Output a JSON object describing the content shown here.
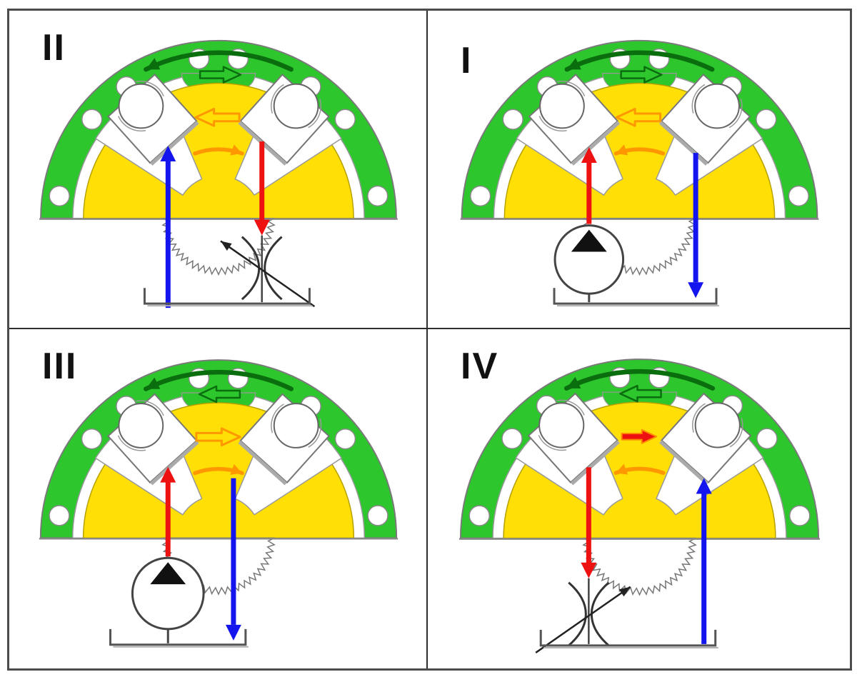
{
  "colors": {
    "ring_green": "#2dc62d",
    "ring_green_dark": "#0a6e0f",
    "rotor_yellow": "#ffdf05",
    "orange": "#ff9700",
    "flow_red": "#ee1111",
    "flow_blue": "#1414ee",
    "symbol_gray": "#444444",
    "label_black": "#111111"
  },
  "quadrants": [
    {
      "id": "II",
      "label": "II",
      "grid_position": "top-left",
      "cam_ring_arrow": "left",
      "stator_block_arrow": "right",
      "rotor_block_arrow": {
        "direction": "left",
        "style": "orange-outline"
      },
      "rotor_rotation_arrow": "cw",
      "left_flow": {
        "color": "blue",
        "direction": "up"
      },
      "right_flow": {
        "color": "red",
        "direction": "down"
      },
      "bottom_component": {
        "type": "throttle-valve",
        "under": "right-flow",
        "adjust_arrow": "up-left"
      },
      "reservoir": true
    },
    {
      "id": "I",
      "label": "I",
      "grid_position": "top-right",
      "cam_ring_arrow": "left",
      "stator_block_arrow": "right",
      "rotor_block_arrow": {
        "direction": "left",
        "style": "orange-outline"
      },
      "rotor_rotation_arrow": "ccw",
      "left_flow": {
        "color": "red",
        "direction": "up"
      },
      "right_flow": {
        "color": "blue",
        "direction": "down"
      },
      "bottom_component": {
        "type": "pump",
        "under": "left-flow"
      },
      "reservoir": true
    },
    {
      "id": "III",
      "label": "III",
      "grid_position": "bottom-left",
      "cam_ring_arrow": "left",
      "stator_block_arrow": "left",
      "rotor_block_arrow": {
        "direction": "right",
        "style": "orange-outline"
      },
      "rotor_rotation_arrow": "cw",
      "left_flow": {
        "color": "red",
        "direction": "up"
      },
      "right_flow": {
        "color": "blue",
        "direction": "down"
      },
      "bottom_component": {
        "type": "pump",
        "under": "left-flow"
      },
      "reservoir": true
    },
    {
      "id": "IV",
      "label": "IV",
      "grid_position": "bottom-right",
      "cam_ring_arrow": "left",
      "stator_block_arrow": "left",
      "rotor_block_arrow": {
        "direction": "right",
        "style": "red-filled"
      },
      "rotor_rotation_arrow": "ccw",
      "left_flow": {
        "color": "red",
        "direction": "down"
      },
      "right_flow": {
        "color": "blue",
        "direction": "up"
      },
      "bottom_component": {
        "type": "throttle-valve",
        "under": "left-flow",
        "adjust_arrow": "up-right"
      },
      "reservoir": true
    }
  ]
}
